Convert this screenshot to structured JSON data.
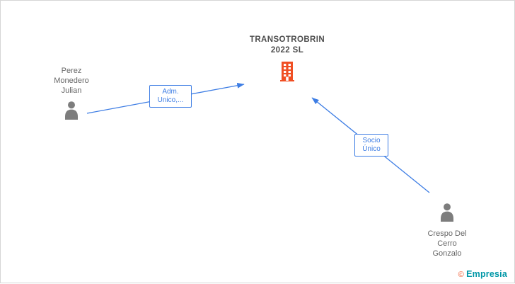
{
  "company": {
    "name_line1": "TRANSOTROBRIN",
    "name_line2": "2022  SL"
  },
  "persons": {
    "left": {
      "line1": "Perez",
      "line2": "Monedero",
      "line3": "Julian"
    },
    "right": {
      "line1": "Crespo Del",
      "line2": "Cerro",
      "line3": "Gonzalo"
    }
  },
  "edges": {
    "adm": {
      "line1": "Adm.",
      "line2": "Unico,..."
    },
    "socio": {
      "line1": "Socio",
      "line2": "Único"
    }
  },
  "footer": {
    "copyright": "©",
    "brand": "Empresia"
  },
  "colors": {
    "edge_blue": "#3d7de4",
    "building_orange": "#f04f23",
    "person_gray": "#7d7d7d"
  }
}
